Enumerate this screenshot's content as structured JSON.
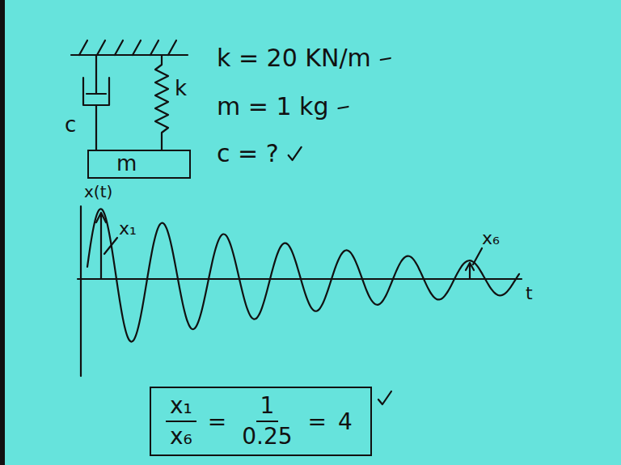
{
  "diagram": {
    "nodes": [
      {
        "text": [
          "m"
        ]
      },
      {
        "text": [
          "x₁",
          "x₆",
          "=",
          "1",
          "0.25",
          "=",
          "4"
        ]
      }
    ],
    "labels": [
      "k = 20 KN/m",
      "m = 1 kg",
      "c = ?",
      "c",
      "k",
      "x(t)",
      "x₁",
      "x₆",
      "t"
    ]
  }
}
